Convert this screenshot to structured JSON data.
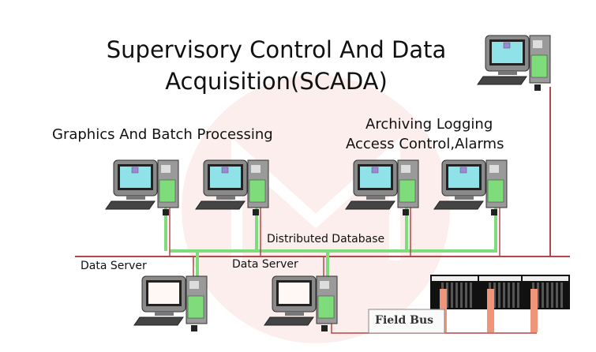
{
  "title": {
    "line1": "Supervisory Control And Data",
    "line2": "Acquisition(SCADA)"
  },
  "left_heading": "Graphics And Batch Processing",
  "right_heading": {
    "line1": "Archiving Logging",
    "line2": "Access Control,Alarms"
  },
  "labels": {
    "distributed_database": "Distributed Database",
    "data_server_1": "Data Server",
    "data_server_2": "Data Server",
    "field_bus": "Field Bus"
  },
  "colors": {
    "network_green": "#7fdc7a",
    "bus_red": "#b5454a",
    "screen_cyan": "#8fe3e8",
    "watermark": "#fbe3e3"
  }
}
